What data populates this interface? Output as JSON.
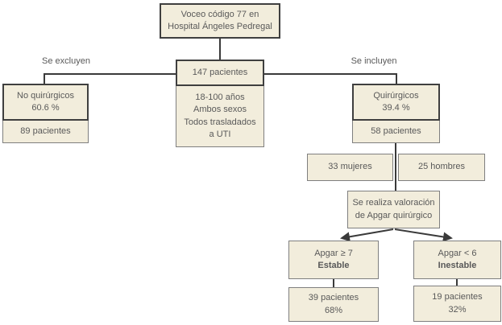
{
  "colors": {
    "background": "#ffffff",
    "box_fill": "#f2eddc",
    "border_dark": "#3f3f3f",
    "border_light": "#7f7f7f",
    "text": "#595959",
    "line": "#3a3a3a"
  },
  "nodes": {
    "root": {
      "lines": [
        "Voceo código 77 en",
        "Hospital Ángeles Pedregal"
      ]
    },
    "total": {
      "label": "147 pacientes"
    },
    "total_details": {
      "lines": [
        "18-100 años",
        "Ambos sexos",
        "Todos trasladados",
        "a UTI"
      ]
    },
    "excluded_branch_label": "Se excluyen",
    "included_branch_label": "Se incluyen",
    "excluded": {
      "lines": [
        "No quirúrgicos",
        "60.6 %"
      ]
    },
    "excluded_count": {
      "label": "89 pacientes"
    },
    "included": {
      "lines": [
        "Quirúrgicos",
        "39.4 %"
      ]
    },
    "included_count": {
      "label": "58 pacientes"
    },
    "women": {
      "label": "33 mujeres"
    },
    "men": {
      "label": "25 hombres"
    },
    "apgar_assessment": {
      "lines": [
        "Se realiza valoración",
        "de Apgar quirúrgico"
      ]
    },
    "stable": {
      "criterion": "Apgar ≥ 7",
      "status": "Estable"
    },
    "stable_count": {
      "lines": [
        "39 pacientes",
        "68%"
      ]
    },
    "unstable": {
      "criterion": "Apgar < 6",
      "status": "Inestable"
    },
    "unstable_count": {
      "lines": [
        "19 pacientes",
        "32%"
      ]
    }
  }
}
